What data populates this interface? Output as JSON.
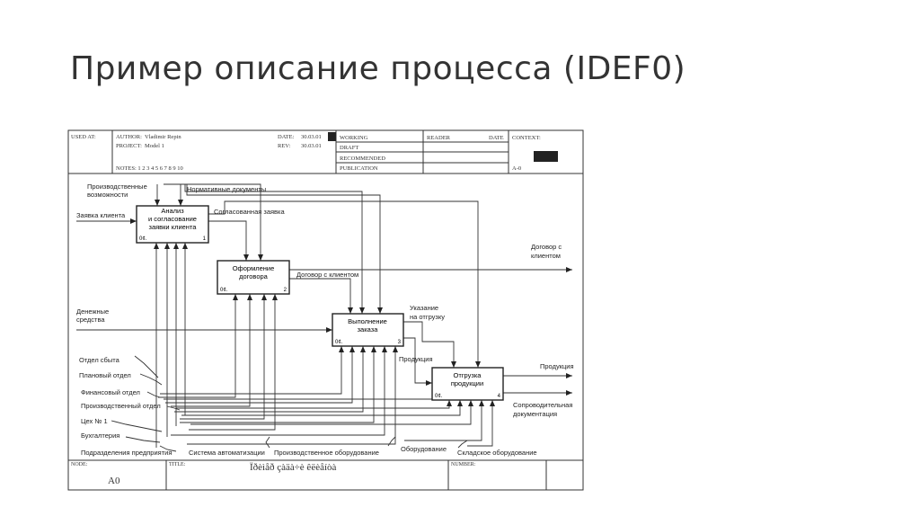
{
  "slide": {
    "title": "Пример описание процесса (IDEF0)"
  },
  "header": {
    "used_at": "USED AT:",
    "author_label": "AUTHOR:",
    "author": "Vladimir Repin",
    "project_label": "PROJECT:",
    "project": "Model 1",
    "date_label": "DATE:",
    "date": "30.03.01",
    "rev_label": "REV:",
    "rev": "30.03.01",
    "notes": "NOTES: 1 2 3 4 5 6 7 8 9 10",
    "statuses": [
      "WORKING",
      "DRAFT",
      "RECOMMENDED",
      "PUBLICATION"
    ],
    "reader_label": "READER",
    "date2_label": "DATE",
    "context_label": "CONTEXT:",
    "context_node": "A-0"
  },
  "boxes": [
    {
      "label1": "Анализ",
      "label2": "и согласование",
      "label3": "заявки клиента",
      "cost": "0¢.",
      "number": "1"
    },
    {
      "label1": "Оформление",
      "label2": "договора",
      "label3": "",
      "cost": "0¢.",
      "number": "2"
    },
    {
      "label1": "Выполнение",
      "label2": "заказа",
      "label3": "",
      "cost": "0¢.",
      "number": "3"
    },
    {
      "label1": "Отгрузка",
      "label2": "продукции",
      "label3": "",
      "cost": "0¢.",
      "number": "4"
    }
  ],
  "labels": {
    "prod_capacity_1": "Производственные",
    "prod_capacity_2": "возможности",
    "normative_docs": "Нормативные документы",
    "client_request": "Заявка клиента",
    "agreed_request": "Согласованная заявка",
    "contract_out_1": "Договор с",
    "contract_out_2": "клиентом",
    "contract_with_client": "Договор с клиентом",
    "money_1": "Денежные",
    "money_2": "средства",
    "shipping_1": "Указание",
    "shipping_2": "на отгрузку",
    "product_mid": "Продукция",
    "product_out": "Продукция",
    "docs_out_1": "Сопроводительная",
    "docs_out_2": "документация",
    "sales_dept": "Отдел сбыта",
    "planning_dept": "Плановый отдел",
    "finance_dept": "Финансовый отдел",
    "production_dept": "Производственный отдел",
    "workshop": "Цех № 1",
    "accounting": "Бухгалтерия",
    "divisions": "Подразделения предприятия",
    "automation": "Система автоматизации",
    "prod_equipment": "Производственное оборудование",
    "equipment": "Оборудование",
    "warehouse_equipment": "Складское оборудование"
  },
  "footer": {
    "node_label": "NODE:",
    "node": "A0",
    "title_label": "TITLE:",
    "title": "Ïðèìåð çàäà÷è êëèåíòà",
    "number_label": "NUMBER:"
  }
}
